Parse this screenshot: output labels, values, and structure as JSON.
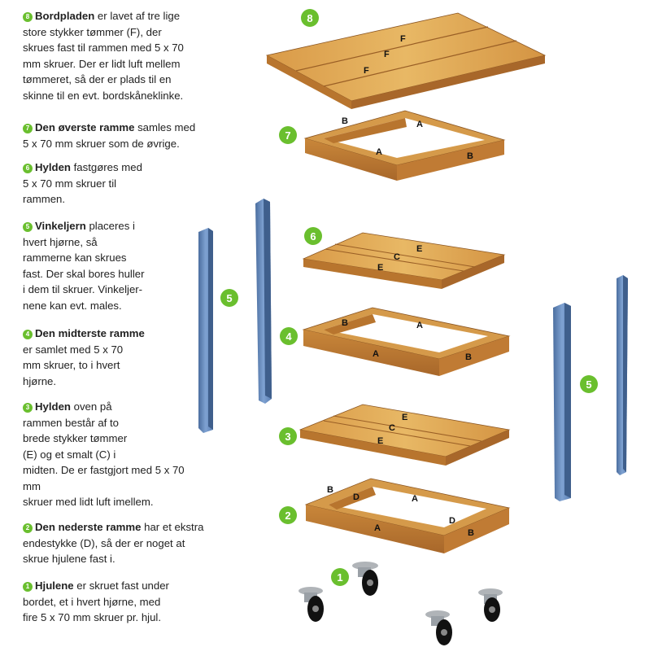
{
  "colors": {
    "green": "#6abf2e",
    "wood_light": "#e2b15c",
    "wood_mid": "#cf9240",
    "wood_dark": "#a8672a",
    "steel": "#6a8fc2",
    "steel_dark": "#4b6e9f"
  },
  "steps": [
    {
      "num": "8",
      "title": "Bordpladen",
      "body": " er lavet af tre lige\nstore stykker tømmer (F), der\nskrues fast til rammen med 5 x 70\nmm skruer. Der er lidt luft mellem\ntømmeret, så der er plads til en\nskinne til en evt. bordskåneklinke."
    },
    {
      "num": "7",
      "title": "Den øverste ramme",
      "body": " samles med\n5 x 70 mm skruer som de øvrige."
    },
    {
      "num": "6",
      "title": "Hylden",
      "body": " fastgøres med\n5 x 70 mm skruer til\nrammen."
    },
    {
      "num": "5",
      "title": "Vinkeljern",
      "body": " placeres i\nhvert hjørne, så\nrammerne kan skrues\nfast. Der skal bores huller\ni dem til skruer. Vinkeljer-\nnene kan evt. males."
    },
    {
      "num": "4",
      "title": "Den midterste ramme",
      "body": "\ner samlet med 5 x 70\nmm skruer, to i hvert\nhjørne."
    },
    {
      "num": "3",
      "title": "Hylden",
      "body": " oven på\nrammen består af to\nbrede stykker tømmer\n(E) og et smalt (C) i\nmidten. De er fastgjort med 5 x 70\nmm\nskruer med lidt luft imellem."
    },
    {
      "num": "2",
      "title": "Den nederste ramme",
      "body": " har et ekstra\nendestykke (D), så der er noget at\nskrue hjulene fast i."
    },
    {
      "num": "1",
      "title": "Hjulene",
      "body": " er skruet fast under\nbordet, et i hvert hjørne, med\nfire 5 x 70 mm skruer pr. hjul."
    }
  ],
  "badges": {
    "b8": "8",
    "b7": "7",
    "b6": "6",
    "b5_left": "5",
    "b5_right": "5",
    "b4": "4",
    "b3": "3",
    "b2": "2",
    "b1": "1"
  },
  "part_labels": {
    "top_f1": "F",
    "top_f2": "F",
    "top_f3": "F",
    "r7_b1": "B",
    "r7_a1": "A",
    "r7_a2": "A",
    "r7_b2": "B",
    "s6_e1": "E",
    "s6_c": "C",
    "s6_e2": "E",
    "r4_b1": "B",
    "r4_a1": "A",
    "r4_a2": "A",
    "r4_b2": "B",
    "s3_e1": "E",
    "s3_c": "C",
    "s3_e2": "E",
    "r2_b1": "B",
    "r2_d1": "D",
    "r2_a1": "A",
    "r2_d2": "D",
    "r2_a2": "A",
    "r2_b2": "B"
  }
}
